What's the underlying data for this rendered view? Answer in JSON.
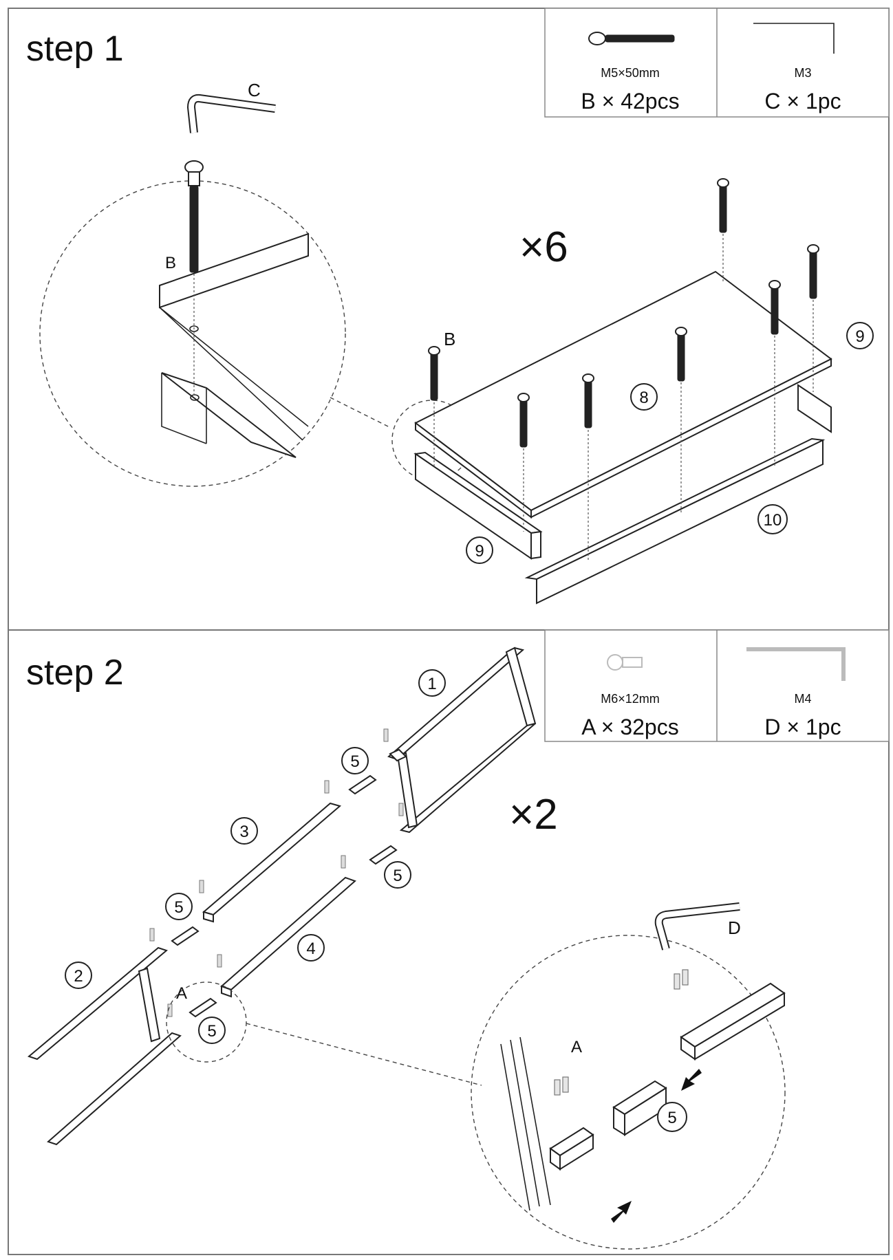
{
  "step1": {
    "title": "step 1",
    "multiplier": "×6",
    "parts": [
      {
        "spec": "M5×50mm",
        "label": "B × 42pcs",
        "icon": "bolt-icon"
      },
      {
        "spec": "M3",
        "label": "C × 1pc",
        "icon": "allen-key-icon"
      }
    ],
    "callouts": {
      "key": "C",
      "bolt_detail": "B",
      "bolt_main": "B"
    },
    "numbers": {
      "top_panel": "8",
      "side_right": "9",
      "side_left": "9",
      "front_rail": "10"
    }
  },
  "step2": {
    "title": "step 2",
    "multiplier": "×2",
    "parts": [
      {
        "spec": "M6×12mm",
        "label": "A × 32pcs",
        "icon": "bolt-icon"
      },
      {
        "spec": "M4",
        "label": "D × 1pc",
        "icon": "allen-key-icon"
      }
    ],
    "callouts": {
      "key": "D",
      "bolt_main": "A",
      "bolt_detail": "A"
    },
    "numbers": {
      "frame_right": "1",
      "frame_left": "2",
      "rail_upper": "3",
      "rail_lower": "4",
      "conn_1": "5",
      "conn_2": "5",
      "conn_3": "5",
      "conn_4": "5",
      "conn_detail": "5"
    }
  }
}
